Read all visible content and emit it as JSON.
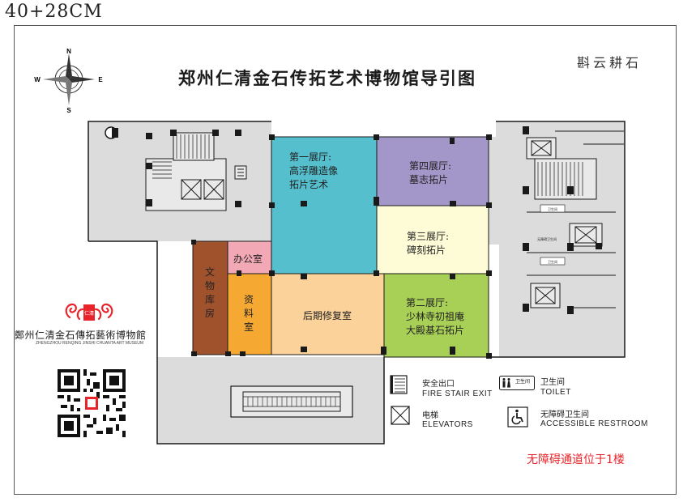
{
  "size_label": "40+28CM",
  "title": "郑州仁清金石传拓艺术博物馆导引图",
  "brand": "斟云耕石",
  "compass": {
    "n": "N",
    "s": "S",
    "e": "E",
    "w": "W"
  },
  "rooms": {
    "hall1": {
      "lines": [
        "第一展厅:",
        "高浮雕造像",
        "拓片艺术"
      ],
      "color": "#55bfcd"
    },
    "hall4": {
      "lines": [
        "第四展厅:",
        "墓志拓片"
      ],
      "color": "#a396c8"
    },
    "hall3": {
      "lines": [
        "第三展厅:",
        "碑刻拓片"
      ],
      "color": "#fefcd6"
    },
    "hall2": {
      "lines": [
        "第二展厅:",
        "少林寺初祖庵",
        "大殿基石拓片"
      ],
      "color": "#a8cf56"
    },
    "office": {
      "lines": [
        "办公室"
      ],
      "color": "#f3a9b5"
    },
    "archive": {
      "lines": [
        "资",
        "料",
        "室"
      ],
      "color": "#f5a832"
    },
    "restoration": {
      "lines": [
        "后期修复室"
      ],
      "color": "#fbd29a"
    },
    "storage": {
      "lines": [
        "文",
        "物",
        "库",
        "房"
      ],
      "color": "#a0522d"
    }
  },
  "small_signs": {
    "toilet1": "卫生间",
    "toilet2": "卫生间",
    "accessible": "无障碍卫生间"
  },
  "museum": {
    "name_cn": "鄭州仁清金石傳拓藝術博物館",
    "name_en": "ZHENGZHOU RENQING JINSHI CHUANTA ART MUSEUM",
    "seal_text": "仁清"
  },
  "legend": {
    "fire_exit": {
      "cn": "安全出口",
      "en": "FIRE STAIR EXIT",
      "icon": "stair-exit-icon"
    },
    "elevator": {
      "cn": "电梯",
      "en": "ELEVATORS",
      "icon": "elevator-icon"
    },
    "toilet": {
      "cn": "卫生间",
      "en": "TOILET",
      "icon": "toilet-icon",
      "badge": "卫生间"
    },
    "accessible": {
      "cn": "无障碍卫生间",
      "en": "ACCESSIBLE RESTROOM",
      "icon": "wheelchair-icon"
    }
  },
  "accessible_note": "无障碍通道位于1楼",
  "colors": {
    "floor": "#dcdcdd",
    "wall": "#1a1a1a",
    "accent_red": "#e8242a"
  }
}
